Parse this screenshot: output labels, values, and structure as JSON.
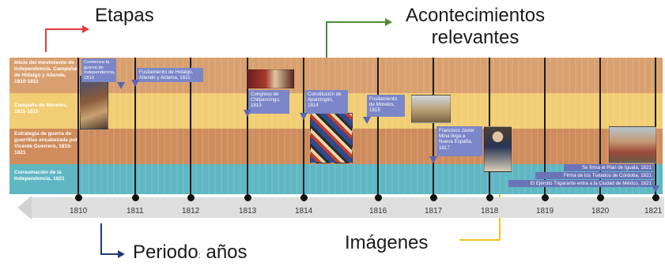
{
  "callouts": {
    "etapas": "Etapas",
    "acontecimientos_line1": "Acontecimientos",
    "acontecimientos_line2": "relevantes",
    "periodo_a": "Periodo",
    "periodo_sep": ":",
    "periodo_b": "años",
    "imagenes": "Imágenes"
  },
  "stages": [
    "Inicio del movimiento de Independencia. Campañas de Hidalgo y Allende, 1810-1811",
    "Campaña de Morelos, 1811-1815",
    "Estrategia de guerra de guerrillas encabezada por Vicente Guerrero, 1815-1821",
    "Consumación de la Independencia, 1821"
  ],
  "years": [
    "1810",
    "1811",
    "1812",
    "1813",
    "1814",
    "1816",
    "1817",
    "1818",
    "1819",
    "1820",
    "1821"
  ],
  "events": {
    "e1": "Comienza la guerra de Independencia, 1810",
    "e2": "Fusilamiento de Hidalgo, Allende y Aldama, 1811",
    "e3": "Congreso de Chilpancingo, 1813",
    "e4": "Constitución de Apatzingán, 1814",
    "e5": "Fusilamiento de Morelos, 1815",
    "e6": "Francisco Javier Mina llega a Nueva España, 1817",
    "e7": "Se firma el Plan de Iguala, 1821",
    "e8": "Firma de los Tratados de Córdoba, 1821",
    "e9": "El Ejército Trigarante entra a la Ciudad de México, 1821"
  },
  "colors": {
    "band1": "#d9a06f",
    "band2": "#f1cd74",
    "band3": "#cf8c5c",
    "band4": "#5fb7c3",
    "axis": "#d6d6d6",
    "red_arrow": "#e23b3b",
    "green_arrow": "#4e8a3a",
    "navy_arrow": "#1f3a7a",
    "yellow_arrow": "#f2c418",
    "event_box": "#7b86c8"
  }
}
